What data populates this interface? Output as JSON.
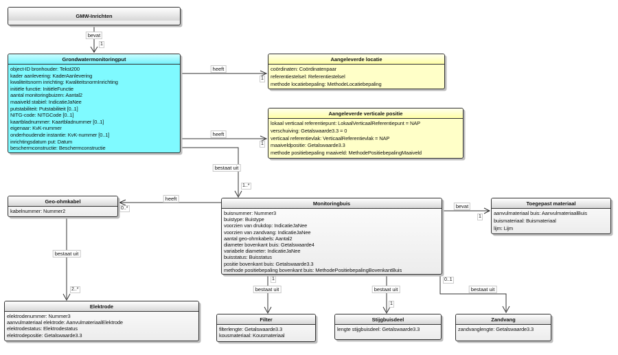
{
  "diagram": {
    "classes": [
      {
        "id": "gmw",
        "title": "GMW-Inrichten",
        "attrs": []
      },
      {
        "id": "put",
        "title": "Grondwatermonitoringput",
        "attrs": [
          "object-ID bronhouder: Tekst200",
          "kader aanlevering: KaderAanlevering",
          "kwaliteitsnorm inrichting: KwaliteitsnormInrichting",
          "initiële functie: InitiëleFunctie",
          "aantal monitoringbuizen: Aantal2",
          "maaiveld stabiel: IndicatieJaNee",
          "putstabiliteit: Putstabiliteit [0..1]",
          "NITG-code: NITGCode [0..1]",
          "kaartbladnummer: Kaartbladnummer [0..1]",
          "eigenaar: KvK-nummer",
          "onderhoudende instantie: KvK-nummer [0..1]",
          "inrichtingsdatum put: Datum",
          "beschermconstructie: Beschermconstructie"
        ]
      },
      {
        "id": "locatie",
        "title": "Aangeleverde locatie",
        "attrs": [
          "coördinaten: Coördinatenpaar",
          "referentiestelsel: Referentiestelsel",
          "methode locatiebepaling: MethodeLocatiebepaling"
        ]
      },
      {
        "id": "verticaal",
        "title": "Aangeleverde verticale positie",
        "attrs": [
          "lokaal verticaal referentiepunt: LokaalVerticaalReferentiepunt = NAP",
          "verschuiving: Getalswaarde3.3 = 0",
          "verticaal referentievlak: VerticaalReferentievlak = NAP",
          "maaiveldpositie: Getalswaarde3.3",
          "methode positiebepaling maaiveld: MethodePositiebepalingMaaiveld"
        ]
      },
      {
        "id": "kabel",
        "title": "Geo-ohmkabel",
        "attrs": [
          "kabelnummer: Nummer2"
        ]
      },
      {
        "id": "buis",
        "title": "Monitoringbuis",
        "attrs": [
          "buisnummer: Nummer3",
          "buistype: Buistype",
          "voorzien van drukdop: IndicatieJaNee",
          "voorzien van zandvang: IndicatieJaNee",
          "aantal geo-ohmkabels: Aantal2",
          "diameter bovenkant buis: Getalswaarde4",
          "variabele diameter: IndicatieJaNee",
          "buisstatus: Buisstatus",
          "positie bovenkant buis: Getalswaarde3.3",
          "methode positiebepaling bovenkant buis: MethodePositiebepalingBovenkantBuis"
        ]
      },
      {
        "id": "materiaal",
        "title": "Toegepast materiaal",
        "attrs": [
          "aanvulmateriaal buis: AanvulmateriaalBuis",
          "buismateriaal: Buismateriaal",
          "lijm: Lijm"
        ]
      },
      {
        "id": "elektrode",
        "title": "Elektrode",
        "attrs": [
          "elektrodenummer: Nummer3",
          "aanvulmateriaal elektrode: AanvulmateriaalElektrode",
          "elektrodestatus: Elektrodestatus",
          "elektrodepositie: Getalswaarde3.3"
        ]
      },
      {
        "id": "filter",
        "title": "Filter",
        "attrs": [
          "filterlengte: Getalswaarde3.3",
          "kousmateriaal: Kousmateriaal"
        ]
      },
      {
        "id": "stijgbuis",
        "title": "Stijgbuisdeel",
        "attrs": [
          "lengte stijgbuisdeel: Getalswaarde3.3"
        ]
      },
      {
        "id": "zandvang",
        "title": "Zandvang",
        "attrs": [
          "zandvanglengte: Getalswaarde3.3"
        ]
      }
    ],
    "connectors": {
      "gmw_put": {
        "label": "bevat",
        "mult": "1"
      },
      "put_locatie": {
        "label": "heeft",
        "mult": "1"
      },
      "put_verticaal": {
        "label": "heeft",
        "mult": "1"
      },
      "put_buis": {
        "label": "bestaat uit",
        "mult": "1..*"
      },
      "buis_kabel": {
        "label": "heeft",
        "mult": "0..*"
      },
      "buis_materiaal": {
        "label": "bevat",
        "mult": "1"
      },
      "kabel_elektrode": {
        "label": "bestaat uit",
        "mult": "2..*"
      },
      "buis_filter": {
        "label": "bestaat uit",
        "mult": "1"
      },
      "buis_stijgbuis": {
        "label": "bestaat uit",
        "mult": "1"
      },
      "buis_zandvang": {
        "label": "bestaat uit",
        "mult": "0..1"
      }
    },
    "colors": {
      "class_cyan": "#7FFAFF",
      "class_yellow": "#FFFFC8",
      "class_gray": "#EFEFEF",
      "line": "#303030",
      "shadow": "#BDBDBD"
    }
  }
}
